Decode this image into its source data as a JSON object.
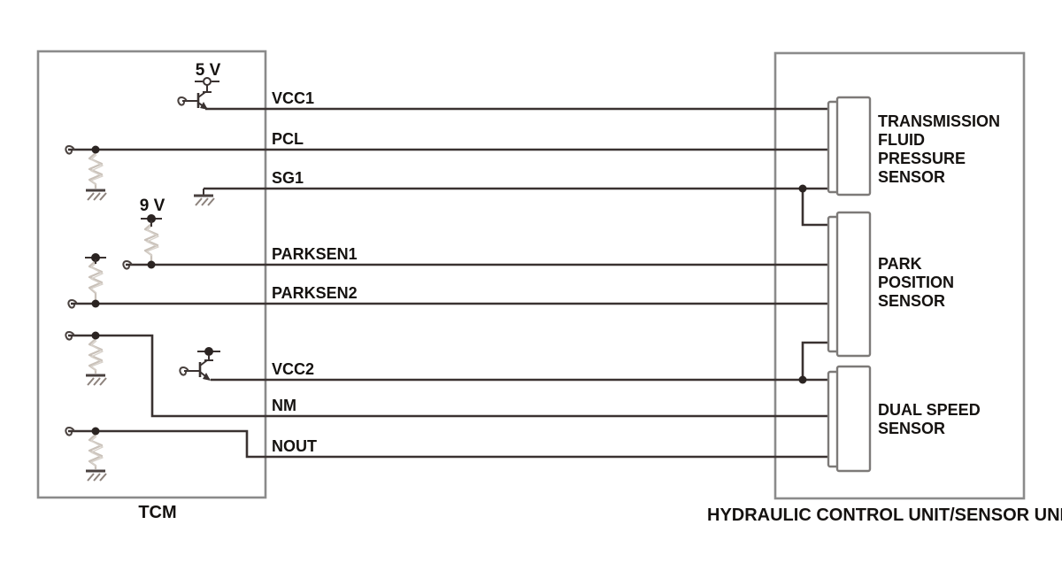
{
  "diagram": {
    "modules": {
      "tcm": {
        "label": "TCM"
      },
      "hydraulic_unit": {
        "label": "HYDRAULIC CONTROL UNIT/SENSOR UNIT"
      }
    },
    "supplies": {
      "five_volt": "5 V",
      "nine_volt": "9 V"
    },
    "signals": {
      "vcc1": "VCC1",
      "pcl": "PCL",
      "sg1": "SG1",
      "parksen1": "PARKSEN1",
      "parksen2": "PARKSEN2",
      "vcc2": "VCC2",
      "nm": "NM",
      "nout": "NOUT"
    },
    "sensors": {
      "transmission_fluid_pressure": {
        "lines": [
          "TRANSMISSION",
          "FLUID",
          "PRESSURE",
          "SENSOR"
        ]
      },
      "park_position": {
        "lines": [
          "PARK",
          "POSITION",
          "SENSOR"
        ]
      },
      "dual_speed": {
        "lines": [
          "DUAL SPEED",
          "SENSOR"
        ]
      }
    },
    "colors": {
      "wire": "#3a3231",
      "module_border": "#8b8b8b",
      "connector_border": "#7d7a78",
      "resistor": "#c9c1b9",
      "text": "#151210"
    }
  }
}
